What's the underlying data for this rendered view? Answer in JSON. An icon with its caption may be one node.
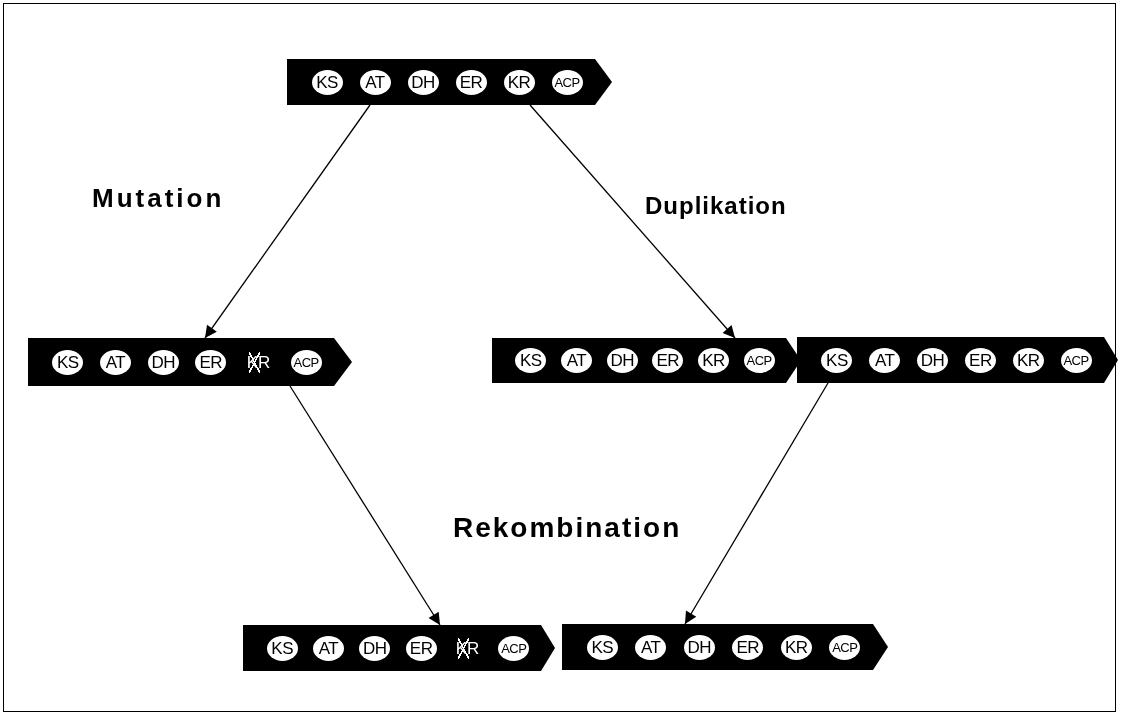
{
  "diagram": {
    "nodes": [
      {
        "text": [],
        "shape": "bar"
      },
      {
        "text": [
          "KS"
        ],
        "in": 0
      },
      {
        "text": [
          "AT"
        ],
        "in": 0
      },
      {
        "text": [
          "DH"
        ],
        "in": 0
      },
      {
        "text": [
          "ER"
        ],
        "in": 0
      },
      {
        "text": [
          "KR"
        ],
        "in": 0
      },
      {
        "text": [
          "ACP"
        ],
        "in": 0
      },
      {
        "text": [],
        "shape": "bar"
      },
      {
        "text": [
          "KS"
        ],
        "in": 7
      },
      {
        "text": [
          "AT"
        ],
        "in": 7
      },
      {
        "text": [
          "DH"
        ],
        "in": 7
      },
      {
        "text": [
          "ER"
        ],
        "in": 7
      },
      {
        "text": [
          "ACP"
        ],
        "in": 7
      },
      {
        "text": [],
        "shape": "bar"
      },
      {
        "text": [
          "KS"
        ],
        "in": 13
      },
      {
        "text": [
          "AT"
        ],
        "in": 13
      },
      {
        "text": [
          "DH"
        ],
        "in": 13
      },
      {
        "text": [
          "ER"
        ],
        "in": 13
      },
      {
        "text": [
          "KR"
        ],
        "in": 13
      },
      {
        "text": [
          "ACP"
        ],
        "in": 13
      },
      {
        "text": [],
        "shape": "bar"
      },
      {
        "text": [
          "KS"
        ],
        "in": 20
      },
      {
        "text": [
          "AT"
        ],
        "in": 20
      },
      {
        "text": [
          "DH"
        ],
        "in": 20
      },
      {
        "text": [
          "ER"
        ],
        "in": 20
      },
      {
        "text": [
          "KR"
        ],
        "in": 20
      },
      {
        "text": [
          "ACP"
        ],
        "in": 20
      },
      {
        "text": [],
        "shape": "bar"
      },
      {
        "text": [
          "KS"
        ],
        "in": 27
      },
      {
        "text": [
          "AT"
        ],
        "in": 27
      },
      {
        "text": [
          "DH"
        ],
        "in": 27
      },
      {
        "text": [
          "ER"
        ],
        "in": 27
      },
      {
        "text": [
          "ACP"
        ],
        "in": 27
      },
      {
        "text": [],
        "shape": "bar"
      },
      {
        "text": [
          "KS"
        ],
        "in": 33
      },
      {
        "text": [
          "AT"
        ],
        "in": 33
      },
      {
        "text": [
          "DH"
        ],
        "in": 33
      },
      {
        "text": [
          "ER"
        ],
        "in": 33
      },
      {
        "text": [
          "KR"
        ],
        "in": 33
      },
      {
        "text": [
          "ACP"
        ],
        "in": 33
      }
    ],
    "edges": [
      {
        "from": 0,
        "to": 7,
        "arrow": "to",
        "label": "Mutation"
      },
      {
        "from": 0,
        "to": 13,
        "arrow": "to",
        "label": "Duplikation"
      },
      {
        "from": 7,
        "to": 27,
        "arrow": "to"
      },
      {
        "from": 20,
        "to": 33,
        "arrow": "to"
      }
    ],
    "labels": [
      "KR",
      "Rekombination",
      "KR"
    ]
  }
}
